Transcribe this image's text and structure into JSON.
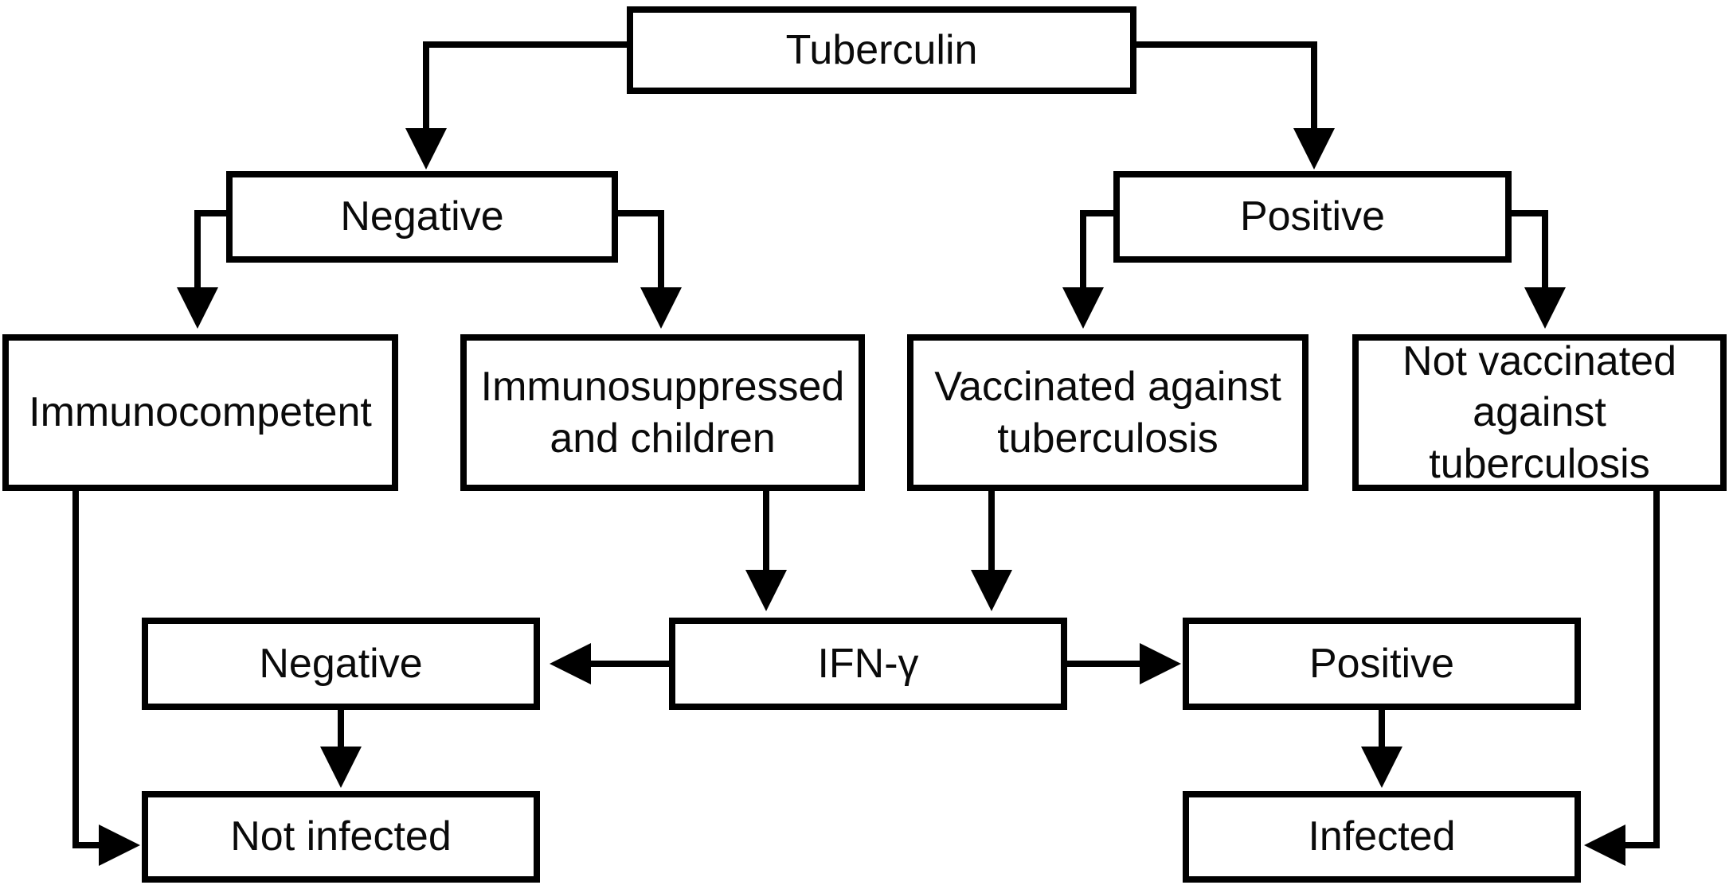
{
  "colors": {
    "background": "#ffffff",
    "box_fill": "#ffffff",
    "line": "#000000",
    "text": "#0a0a0a"
  },
  "nodes": {
    "tuberculin": {
      "label": "Tuberculin"
    },
    "negative_tst": {
      "label": "Negative"
    },
    "positive_tst": {
      "label": "Positive"
    },
    "immunocompetent": {
      "label": "Immunocompetent"
    },
    "immunosuppressed": {
      "label": "Immunosuppressed and children"
    },
    "vaccinated": {
      "label": "Vaccinated against tuberculosis"
    },
    "not_vaccinated": {
      "label": "Not vaccinated against tuberculosis"
    },
    "ifn_gamma": {
      "label": "IFN-γ"
    },
    "negative_ifn": {
      "label": "Negative"
    },
    "positive_ifn": {
      "label": "Positive"
    },
    "not_infected": {
      "label": "Not infected"
    },
    "infected": {
      "label": "Infected"
    }
  },
  "edges": [
    {
      "from": "tuberculin",
      "to": "negative_tst"
    },
    {
      "from": "tuberculin",
      "to": "positive_tst"
    },
    {
      "from": "negative_tst",
      "to": "immunocompetent"
    },
    {
      "from": "negative_tst",
      "to": "immunosuppressed"
    },
    {
      "from": "positive_tst",
      "to": "vaccinated"
    },
    {
      "from": "positive_tst",
      "to": "not_vaccinated"
    },
    {
      "from": "immunosuppressed",
      "to": "ifn_gamma"
    },
    {
      "from": "vaccinated",
      "to": "ifn_gamma"
    },
    {
      "from": "ifn_gamma",
      "to": "negative_ifn"
    },
    {
      "from": "ifn_gamma",
      "to": "positive_ifn"
    },
    {
      "from": "negative_ifn",
      "to": "not_infected"
    },
    {
      "from": "positive_ifn",
      "to": "infected"
    },
    {
      "from": "immunocompetent",
      "to": "not_infected"
    },
    {
      "from": "not_vaccinated",
      "to": "infected"
    }
  ]
}
